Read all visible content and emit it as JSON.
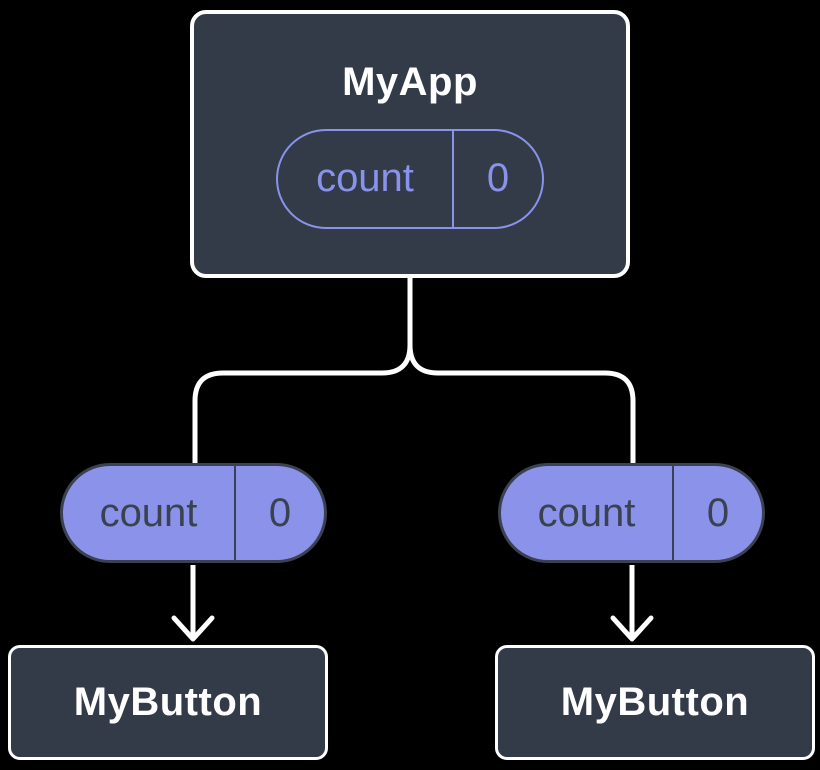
{
  "colors": {
    "background": "#000000",
    "node-fill": "#333b49",
    "node-border": "#ffffff",
    "title-text": "#ffffff",
    "state-purple": "#8a93ec",
    "prop-fill": "#8a93e9",
    "prop-text": "#3a4150",
    "connector": "#ffffff"
  },
  "diagram": {
    "root": {
      "title": "MyApp",
      "state": {
        "name": "count",
        "value": "0"
      }
    },
    "props": [
      {
        "name": "count",
        "value": "0"
      },
      {
        "name": "count",
        "value": "0"
      }
    ],
    "children": [
      {
        "title": "MyButton"
      },
      {
        "title": "MyButton"
      }
    ]
  }
}
